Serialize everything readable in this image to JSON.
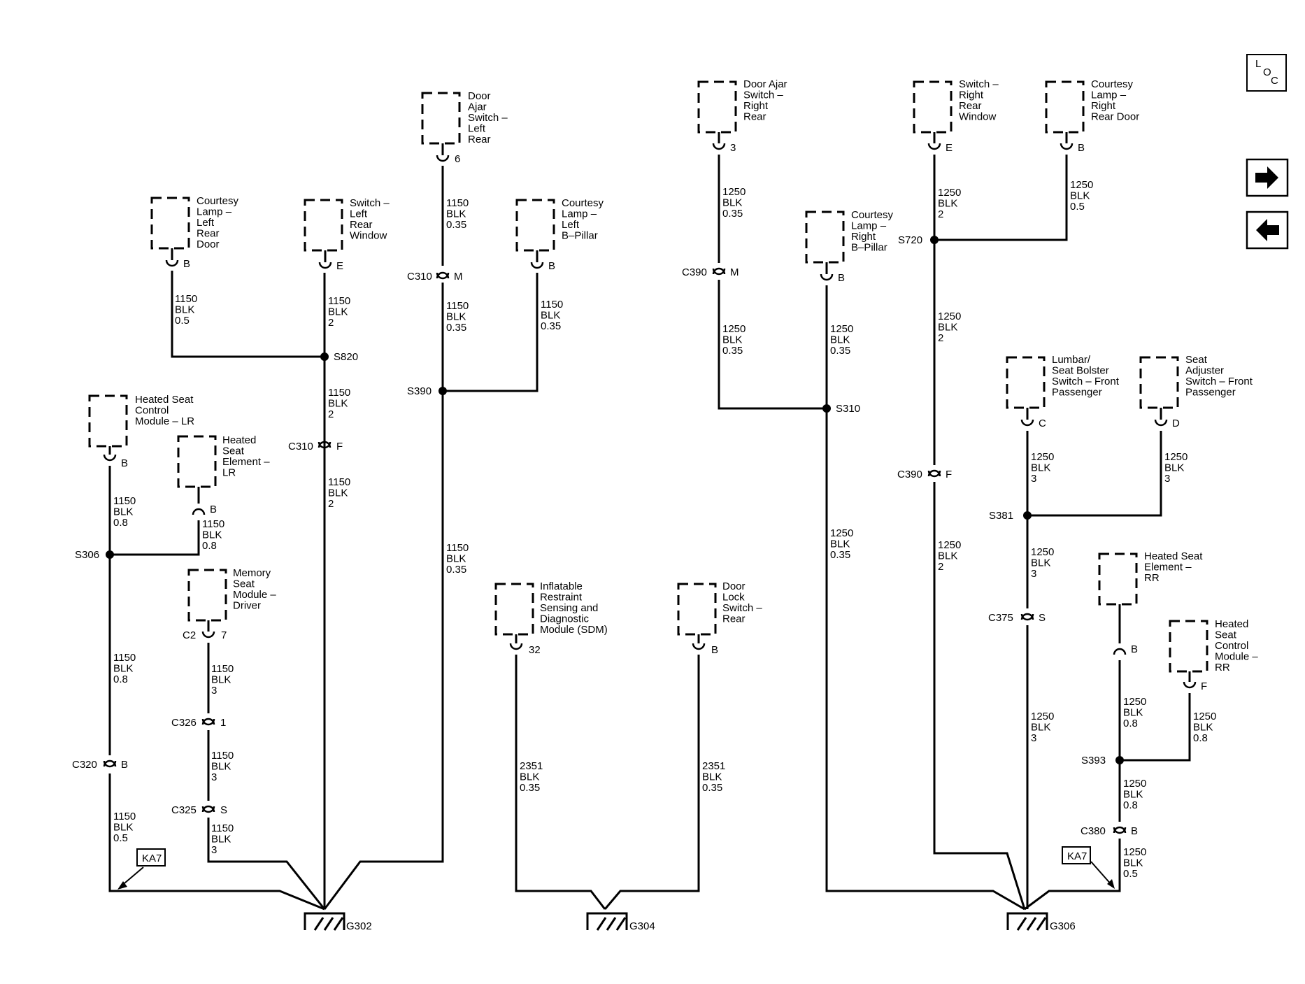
{
  "nav": {
    "loc_l": "L",
    "loc_o": "O",
    "loc_c": "C"
  },
  "components": {
    "courtesy_lr": [
      "Courtesy",
      "Lamp –",
      "Left",
      "Rear",
      "Door"
    ],
    "switch_lrw": [
      "Switch –",
      "Left",
      "Rear",
      "Window"
    ],
    "doorajar_lr": [
      "Door",
      "Ajar",
      "Switch –",
      "Left",
      "Rear"
    ],
    "courtesy_lbp": [
      "Courtesy",
      "Lamp –",
      "Left",
      "B–Pillar"
    ],
    "hscm_lr": [
      "Heated Seat",
      "Control",
      "Module – LR"
    ],
    "hse_lr": [
      "Heated",
      "Seat",
      "Element –",
      "LR"
    ],
    "memory_seat": [
      "Memory",
      "Seat",
      "Module –",
      "Driver"
    ],
    "sdm": [
      "Inflatable",
      "Restraint",
      "Sensing and",
      "Diagnostic",
      "Module (SDM)"
    ],
    "doorlock_rear": [
      "Door",
      "Lock",
      "Switch –",
      "Rear"
    ],
    "doorajar_rr": [
      "Door Ajar",
      "Switch –",
      "Right",
      "Rear"
    ],
    "courtesy_rbp": [
      "Courtesy",
      "Lamp –",
      "Right",
      "B–Pillar"
    ],
    "switch_rrw": [
      "Switch –",
      "Right",
      "Rear",
      "Window"
    ],
    "courtesy_rr": [
      "Courtesy",
      "Lamp –",
      "Right",
      "Rear Door"
    ],
    "lumbar": [
      "Lumbar/",
      "Seat Bolster",
      "Switch – Front",
      "Passenger"
    ],
    "seat_adj": [
      "Seat",
      "Adjuster",
      "Switch – Front",
      "Passenger"
    ],
    "hse_rr": [
      "Heated Seat",
      "Element –",
      "RR"
    ],
    "hscm_rr": [
      "Heated",
      "Seat",
      "Control",
      "Module –",
      "RR"
    ]
  },
  "pins": {
    "p1": "B",
    "p2": "E",
    "p3": "6",
    "p4": "B",
    "p5": "B",
    "p6": "B",
    "p7": "7",
    "p8": "32",
    "p9": "B",
    "p10": "3",
    "p11": "B",
    "p12": "E",
    "p13": "B",
    "p14": "C",
    "p15": "D",
    "p16": "B",
    "p17": "F"
  },
  "connectors": {
    "c310m": "C310",
    "c310m_p": "M",
    "c310f": "C310",
    "c310f_p": "F",
    "c2": "C2",
    "c326": "C326",
    "c326_p": "1",
    "c325": "C325",
    "c325_p": "S",
    "c320": "C320",
    "c320_p": "B",
    "c390m": "C390",
    "c390m_p": "M",
    "c390f": "C390",
    "c390f_p": "F",
    "c375": "C375",
    "c375_p": "S",
    "c380": "C380",
    "c380_p": "B"
  },
  "splices": {
    "s820": "S820",
    "s390": "S390",
    "s306": "S306",
    "s310": "S310",
    "s720": "S720",
    "s381": "S381",
    "s393": "S393"
  },
  "grounds": {
    "g302": "G302",
    "g304": "G304",
    "g306": "G306"
  },
  "refs": {
    "ka7_left": "KA7",
    "ka7_right": "KA7"
  },
  "wires": {
    "w1": [
      "1150",
      "BLK",
      "0.5"
    ],
    "w2": [
      "1150",
      "BLK",
      "2"
    ],
    "w3": [
      "1150",
      "BLK",
      "0.35"
    ],
    "w4": [
      "1150",
      "BLK",
      "0.35"
    ],
    "w5": [
      "1150",
      "BLK",
      "0.35"
    ],
    "w6": [
      "1150",
      "BLK",
      "2"
    ],
    "w7": [
      "1150",
      "BLK",
      "2"
    ],
    "w8": [
      "1150",
      "BLK",
      "0.8"
    ],
    "w9": [
      "1150",
      "BLK",
      "0.8"
    ],
    "w10": [
      "1150",
      "BLK",
      "0.35"
    ],
    "w11": [
      "1150",
      "BLK",
      "0.8"
    ],
    "w12": [
      "1150",
      "BLK",
      "3"
    ],
    "w13": [
      "1150",
      "BLK",
      "3"
    ],
    "w14": [
      "1150",
      "BLK",
      "0.5"
    ],
    "w15": [
      "1150",
      "BLK",
      "3"
    ],
    "w16": [
      "2351",
      "BLK",
      "0.35"
    ],
    "w17": [
      "2351",
      "BLK",
      "0.35"
    ],
    "w18": [
      "1250",
      "BLK",
      "0.35"
    ],
    "w19": [
      "1250",
      "BLK",
      "0.35"
    ],
    "w20": [
      "1250",
      "BLK",
      "0.35"
    ],
    "w21": [
      "1250",
      "BLK",
      "0.35"
    ],
    "w22": [
      "1250",
      "BLK",
      "2"
    ],
    "w23": [
      "1250",
      "BLK",
      "0.5"
    ],
    "w24": [
      "1250",
      "BLK",
      "2"
    ],
    "w25": [
      "1250",
      "BLK",
      "2"
    ],
    "w26": [
      "1250",
      "BLK",
      "3"
    ],
    "w27": [
      "1250",
      "BLK",
      "3"
    ],
    "w28": [
      "1250",
      "BLK",
      "3"
    ],
    "w29": [
      "1250",
      "BLK",
      "3"
    ],
    "w30": [
      "1250",
      "BLK",
      "0.8"
    ],
    "w31": [
      "1250",
      "BLK",
      "0.8"
    ],
    "w32": [
      "1250",
      "BLK",
      "0.8"
    ],
    "w33": [
      "1250",
      "BLK",
      "0.5"
    ]
  }
}
